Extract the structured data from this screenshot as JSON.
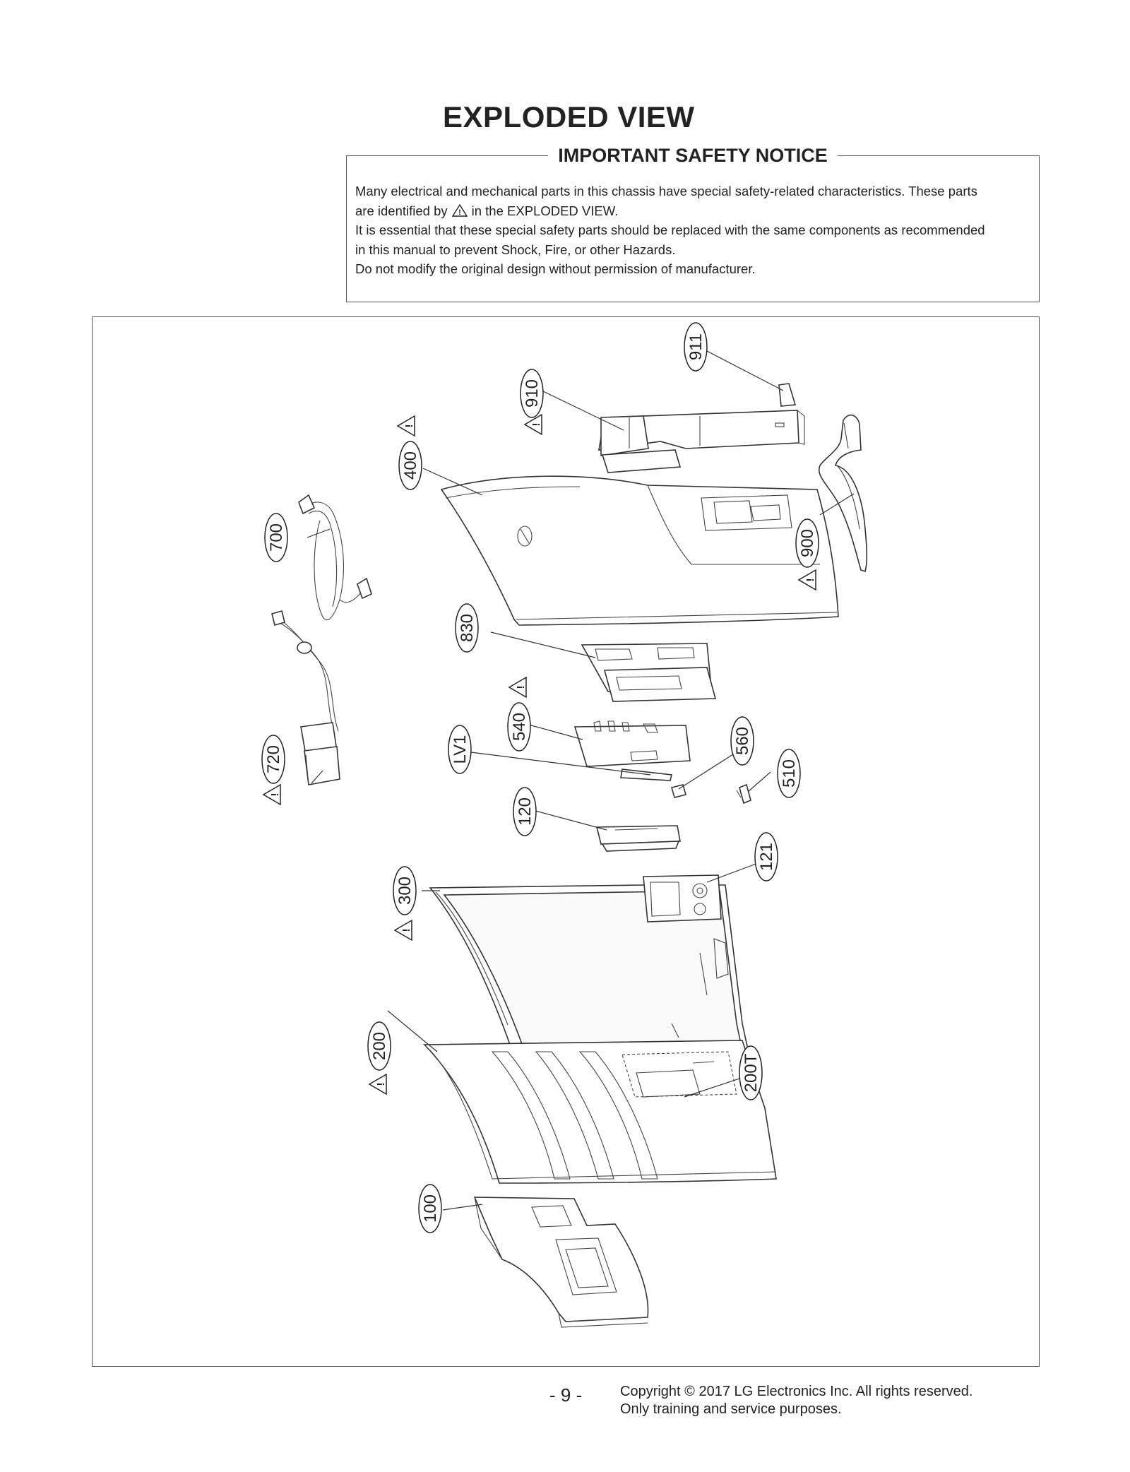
{
  "header": {
    "title": "EXPLODED VIEW"
  },
  "safety_notice": {
    "title": "IMPORTANT SAFETY NOTICE",
    "line1": "Many electrical and mechanical parts in this chassis have special safety-related characteristics. These parts",
    "line2_before": "are identified by",
    "line2_after": "in the  EXPLODED VIEW.",
    "line3": "It is essential that these special safety parts should be replaced with the same components as recommended",
    "line4": "in this manual to prevent Shock, Fire, or other Hazards.",
    "line5": "Do not modify the original design without permission of manufacturer."
  },
  "callouts": {
    "c911": "911",
    "c910": "910",
    "c400": "400",
    "c700": "700",
    "c900": "900",
    "c830": "830",
    "c540": "540",
    "cLV1": "LV1",
    "c560": "560",
    "c510": "510",
    "c720": "720",
    "c120": "120",
    "c121": "121",
    "c300": "300",
    "c200": "200",
    "c200T": "200T",
    "c100": "100"
  },
  "footer": {
    "page_number": "- 9 -",
    "copyright_line1": "Copyright © 2017 LG Electronics Inc. All rights reserved.",
    "copyright_line2": "Only training and service purposes."
  }
}
